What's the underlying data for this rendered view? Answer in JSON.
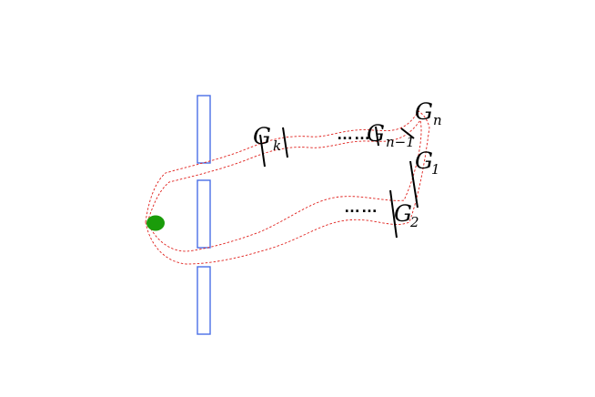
{
  "colors": {
    "background": "#ffffff",
    "slit": "#4a6ee6",
    "path": "#e0201c",
    "source": "#1a9c0a",
    "mirror": "#000000",
    "text": "#000000"
  },
  "labels": {
    "gk": {
      "main": "G",
      "sub": "k"
    },
    "gn1": {
      "main": "G",
      "sub": "n−1"
    },
    "gn": {
      "main": "G",
      "sub": "n"
    },
    "g1": {
      "main": "G",
      "sub": "1"
    },
    "g2": {
      "main": "G",
      "sub": "2"
    },
    "ellipsis_upper": "……",
    "ellipsis_lower": "……"
  },
  "elements": {
    "source": "light-source",
    "slits": [
      "slit-top",
      "slit-middle",
      "slit-bottom"
    ],
    "mirrors": [
      "mirror-gk",
      "mirror-gn1",
      "mirror-gn",
      "mirror-g1",
      "mirror-g2"
    ],
    "paths": [
      "light-path-outer",
      "light-path-inner"
    ]
  }
}
